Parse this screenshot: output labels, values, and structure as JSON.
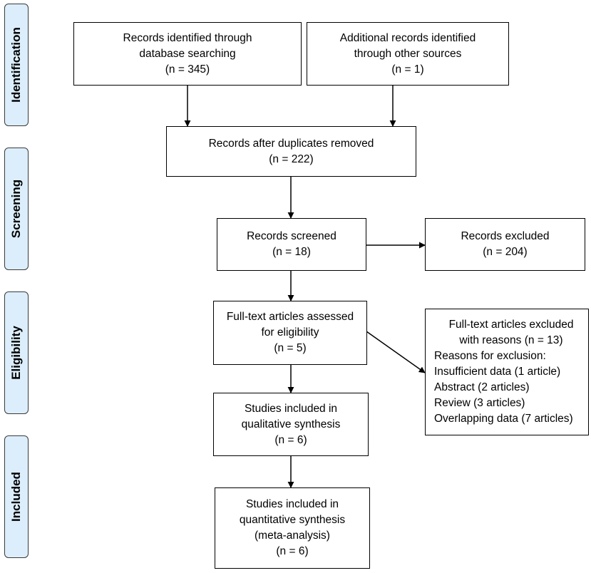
{
  "phases": {
    "identification": "Identification",
    "screening": "Screening",
    "eligibility": "Eligibility",
    "included": "Included"
  },
  "boxes": {
    "db_search": [
      "Records identified through",
      "database searching",
      "(n = 345)"
    ],
    "other_sources": [
      "Additional records identified",
      "through other sources",
      "(n = 1)"
    ],
    "dedup": [
      "Records after duplicates removed",
      "(n = 222)"
    ],
    "screened": [
      "Records screened",
      "(n = 18)"
    ],
    "excluded": [
      "Records excluded",
      "(n = 204)"
    ],
    "fulltext": [
      "Full-text articles assessed",
      "for eligibility",
      "(n = 5)"
    ],
    "fulltext_excluded": {
      "heading": [
        "Full-text articles excluded",
        "with reasons (n = 13)"
      ],
      "reasons_title": "Reasons for exclusion:",
      "reasons": [
        "Insufficient data (1 article)",
        "Abstract (2 articles)",
        "Review (3 articles)",
        "Overlapping data (7 articles)"
      ]
    },
    "qualitative": [
      "Studies included in",
      "qualitative synthesis",
      "(n = 6)"
    ],
    "quantitative": [
      "Studies included in",
      "quantitative synthesis",
      "(meta-analysis)",
      "(n = 6)"
    ]
  }
}
